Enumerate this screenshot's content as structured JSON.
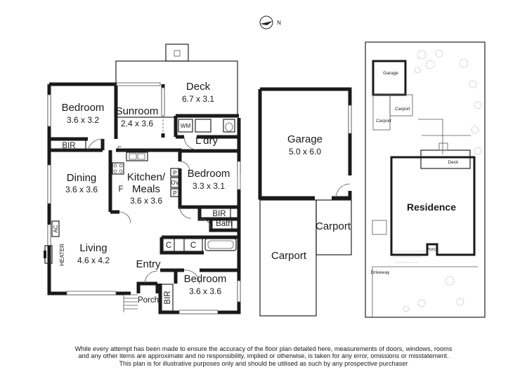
{
  "compass": {
    "label": "N"
  },
  "rooms": {
    "bedroom1": {
      "name": "Bedroom",
      "dims": "3.6 x 3.2"
    },
    "sunroom": {
      "name": "Sunroom",
      "dims": "2.4 x 3.6"
    },
    "deck": {
      "name": "Deck",
      "dims": "6.7 x 3.1"
    },
    "laundry": {
      "name": "L'dry"
    },
    "dining": {
      "name": "Dining",
      "dims": "3.6 x 3.6"
    },
    "kitchen": {
      "name_line1": "Kitchen/",
      "name_line2": "Meals",
      "dims": "3.6 x 3.6"
    },
    "bedroom2": {
      "name": "Bedroom",
      "dims": "3.3 x 3.1"
    },
    "living": {
      "name": "Living",
      "dims": "4.6 x 4.2"
    },
    "entry": {
      "name": "Entry"
    },
    "bedroom3": {
      "name": "Bedroom",
      "dims": "3.6 x 3.6"
    },
    "porch": {
      "name": "Porch"
    },
    "bath": {
      "name": "Bath"
    },
    "garage": {
      "name": "Garage",
      "dims": "5.0 x 6.0"
    },
    "carport_front": {
      "name": "Carport"
    },
    "carport_side": {
      "name": "Carport"
    }
  },
  "fixtures": {
    "bir_bedroom1": "BIR",
    "bir_bedroom2": "BIR",
    "bir_bedroom3": "BIR",
    "wm": "WM",
    "cupboard": "C",
    "fridge": "F",
    "pantry_top": "P",
    "oven": "OV",
    "pantry_bottom": "P",
    "linen1": "C",
    "linen2": "C",
    "ac": "AC",
    "heater": "HEATER"
  },
  "site_plan": {
    "garage": "Garage",
    "carport_top": "Carport",
    "carport_left": "Carport",
    "deck": "Deck",
    "residence": "Residence",
    "porch": "Porch",
    "driveway": "Driveway"
  },
  "disclaimer": {
    "line1": "While every attempt has been made to ensure the accuracy of the floor plan detailed here, measurements of doors, windows, rooms",
    "line2": "and any other items are approximate and no responsibility, implied or otherwise, is taken for any error, omissions or misstatement.",
    "line3": "This plan is for illustrative purposes only and should be utilised as such by any prospective purchaser"
  }
}
